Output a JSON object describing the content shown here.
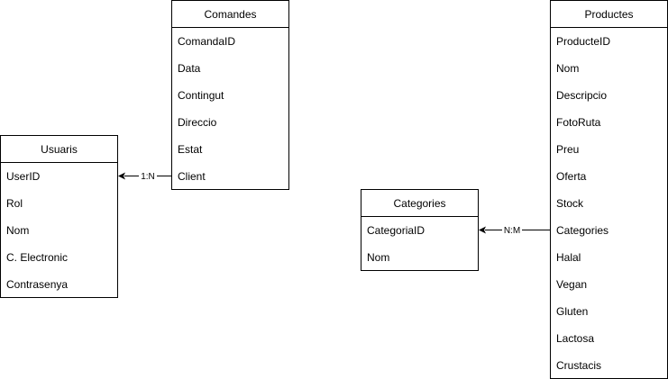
{
  "entities": {
    "comandes": {
      "title": "Comandes",
      "fields": [
        "ComandaID",
        "Data",
        "Contingut",
        "Direccio",
        "Estat",
        "Client"
      ]
    },
    "usuaris": {
      "title": "Usuaris",
      "fields": [
        "UserID",
        "Rol",
        "Nom",
        "C. Electronic",
        "Contrasenya"
      ]
    },
    "categories": {
      "title": "Categories",
      "fields": [
        "CategoriaID",
        "Nom"
      ]
    },
    "productes": {
      "title": "Productes",
      "fields": [
        "ProducteID",
        "Nom",
        "Descripcio",
        "FotoRuta",
        "Preu",
        "Oferta",
        "Stock",
        "Categories",
        "Halal",
        "Vegan",
        "Gluten",
        "Lactosa",
        "Crustacis"
      ]
    }
  },
  "relations": {
    "client_user": {
      "label": "1:N"
    },
    "product_category": {
      "label": "N:M"
    }
  }
}
